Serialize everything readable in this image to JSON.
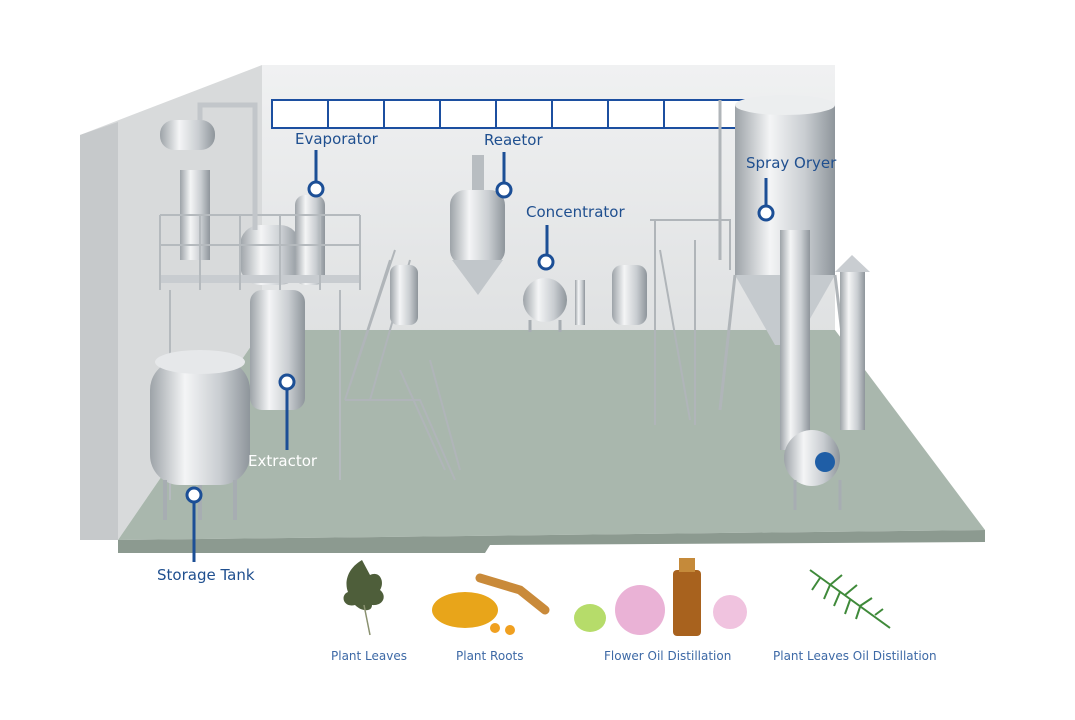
{
  "colors": {
    "label_text": "#1f4f8f",
    "callout": "#1c4f96",
    "floor": "#a9b7ad",
    "wall": "#e9eaeb"
  },
  "equipment_labels": [
    {
      "name": "Evaporator"
    },
    {
      "name": "Reaetor"
    },
    {
      "name": "Concentrator"
    },
    {
      "name": "Spray Oryer"
    },
    {
      "name": "Extractor"
    },
    {
      "name": "Storage Tank"
    }
  ],
  "raw_materials": [
    {
      "label": "Plant Leaves",
      "icon": "leaf-icon"
    },
    {
      "label": "Plant Roots",
      "icon": "turmeric-root-icon"
    },
    {
      "label": "Flower Oil Distillation",
      "icon": "rose-oil-bottle-icon"
    },
    {
      "label": "Plant Leaves Oil Distillation",
      "icon": "rosemary-sprig-icon"
    }
  ]
}
